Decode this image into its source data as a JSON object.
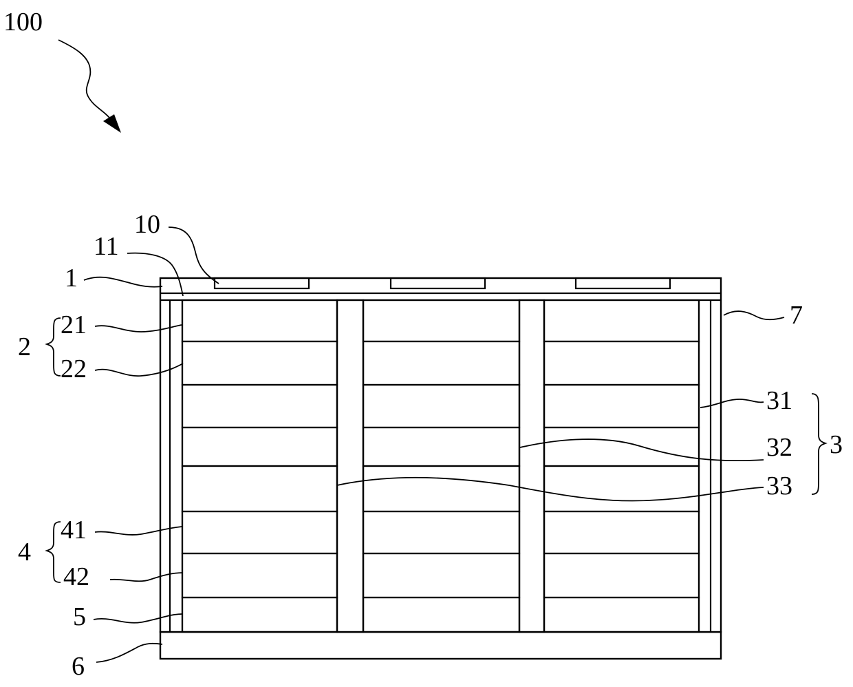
{
  "figure": {
    "reference_numerals": {
      "device": "100",
      "layer_1": "1",
      "layer_10": "10",
      "layer_11": "11",
      "group_2": "2",
      "layer_21": "21",
      "layer_22": "22",
      "group_3": "3",
      "layer_31": "31",
      "layer_32": "32",
      "layer_33": "33",
      "group_4": "4",
      "layer_41": "41",
      "layer_42": "42",
      "layer_5": "5",
      "layer_6": "6",
      "layer_7": "7"
    }
  }
}
